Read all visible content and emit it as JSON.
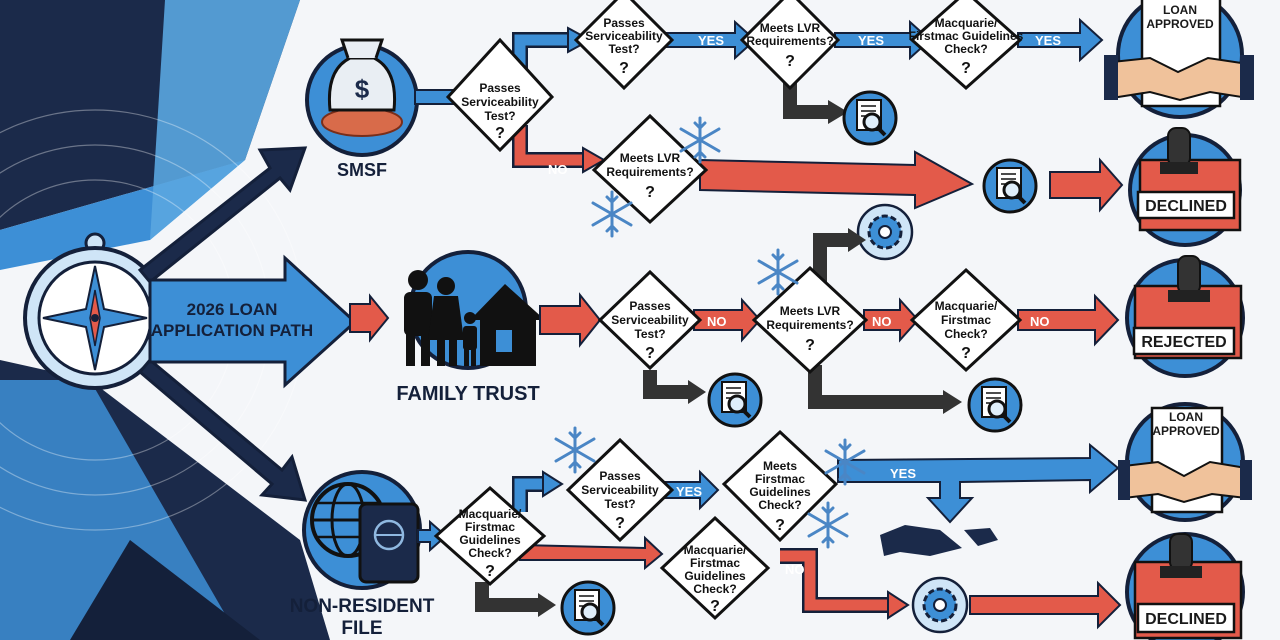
{
  "title": {
    "line1": "2026 LOAN",
    "line2": "APPLICATION PATH"
  },
  "entities": {
    "smsf": "SMSF",
    "family_trust": "FAMILY TRUST",
    "non_resident_line1": "NON-RESIDENT",
    "non_resident_line2": "FILE"
  },
  "labels": {
    "yes": "YES",
    "no": "NO",
    "q": "?"
  },
  "decisions": {
    "smsf_serv": [
      "Passes",
      "Serviceability",
      "Test?"
    ],
    "smsf_serv_top": [
      "Passes",
      "Serviceability",
      "Test?"
    ],
    "smsf_lvr_top": [
      "Meets LVR",
      "Requirements?"
    ],
    "smsf_mac_top": [
      "Macquarie/",
      "Firstmac Guidelines",
      "Check?"
    ],
    "smsf_lvr_no": [
      "Meets LVR",
      "Requirements?"
    ],
    "ft_serv": [
      "Passes",
      "Serviceability",
      "Test?"
    ],
    "ft_lvr": [
      "Meets LVR",
      "Requirements?"
    ],
    "ft_mac": [
      "Macquarie/",
      "Firstmac",
      "Check?"
    ],
    "nr_mac": [
      "Macquarie/",
      "Firstmac",
      "Guidelines",
      "Check?"
    ],
    "nr_serv": [
      "Passes",
      "Serviceability",
      "Test?"
    ],
    "nr_firstmac": [
      "Meets",
      "Firstmac",
      "Guidelines",
      "Check?"
    ],
    "nr_mac2": [
      "Macquarie/",
      "Firstmac",
      "Guidelines",
      "Check?"
    ]
  },
  "outcomes": {
    "approved1": [
      "LOAN",
      "APPROVED"
    ],
    "declined1": "DECLINED",
    "rejected": "REJECTED",
    "approved2": [
      "LOAN",
      "APPROVED"
    ],
    "declined2": "DECLINED"
  },
  "icons": {
    "compass": "compass-icon",
    "money_bag": "money-bag-icon",
    "family_house": "family-house-icon",
    "globe_passport": "globe-passport-icon",
    "document_review": "document-magnifier-icon",
    "gear": "gear-icon",
    "snowflake": "snowflake-icon",
    "handshake": "handshake-icon",
    "stamp": "stamp-icon"
  },
  "colors": {
    "navy": "#14203a",
    "blue": "#3d8fd6",
    "red": "#e35a4a",
    "dark": "#333333"
  }
}
